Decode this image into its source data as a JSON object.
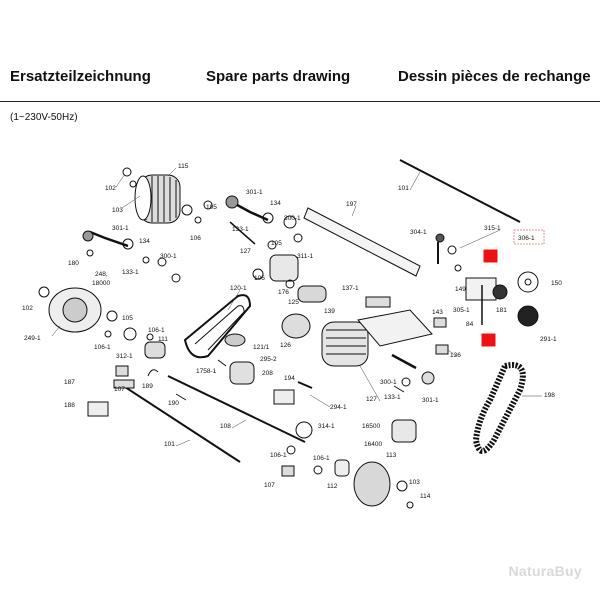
{
  "header": {
    "de": "Ersatzteilzeichnung",
    "en": "Spare parts drawing",
    "fr": "Dessin pièces de rechange"
  },
  "voltage_note": "(1~230V-50Hz)",
  "watermark": "NaturaBuy",
  "highlight_color": "#ee1111",
  "labels": {
    "l115": "115",
    "l102a": "102",
    "l103a": "103",
    "l105a": "105",
    "l106a": "106",
    "l301a": "301-1",
    "l134a": "134",
    "l180": "180",
    "l133a": "133-1",
    "l300a": "300-1",
    "l301b": "301-1",
    "l134b": "134",
    "l133b": "133-1",
    "l127a": "127",
    "l105b": "105",
    "l300b": "300-1",
    "l197": "197",
    "l101a": "101",
    "l304": "304-1",
    "l315": "315-1",
    "l306": "306-1",
    "l248": "248,",
    "l18000": "18000",
    "l102b": "102",
    "l249": "249-1",
    "l105c": "105",
    "l106b": "106-1",
    "l106c": "106-1",
    "l312": "312-1",
    "l111": "111",
    "l120": "120-1",
    "l311": "311-1",
    "l106d": "106",
    "l176": "176",
    "l125": "125",
    "l137": "137-1",
    "l149": "149",
    "l150": "150",
    "l305": "305-1",
    "l181": "181",
    "l84": "84",
    "l291": "291-1",
    "l126": "126",
    "l121": "121/1",
    "l295": "295-2",
    "l139": "139",
    "l143": "143",
    "l136": "136",
    "l187": "187",
    "l107a": "107",
    "l189": "189",
    "l1758": "1758-1",
    "l208": "208",
    "l194": "194",
    "l188": "188",
    "l190": "190",
    "l294": "294-1",
    "l127b": "127",
    "l300c": "300-1",
    "l133c": "133-1",
    "l301c": "301-1",
    "l198": "198",
    "l108": "108",
    "l314": "314-1",
    "l16500": "16500",
    "l16400": "16400",
    "l101b": "101",
    "l106e": "106-1",
    "l106f": "106-1",
    "l113": "113",
    "l107b": "107",
    "l112": "112",
    "l103b": "103",
    "l114": "114"
  }
}
